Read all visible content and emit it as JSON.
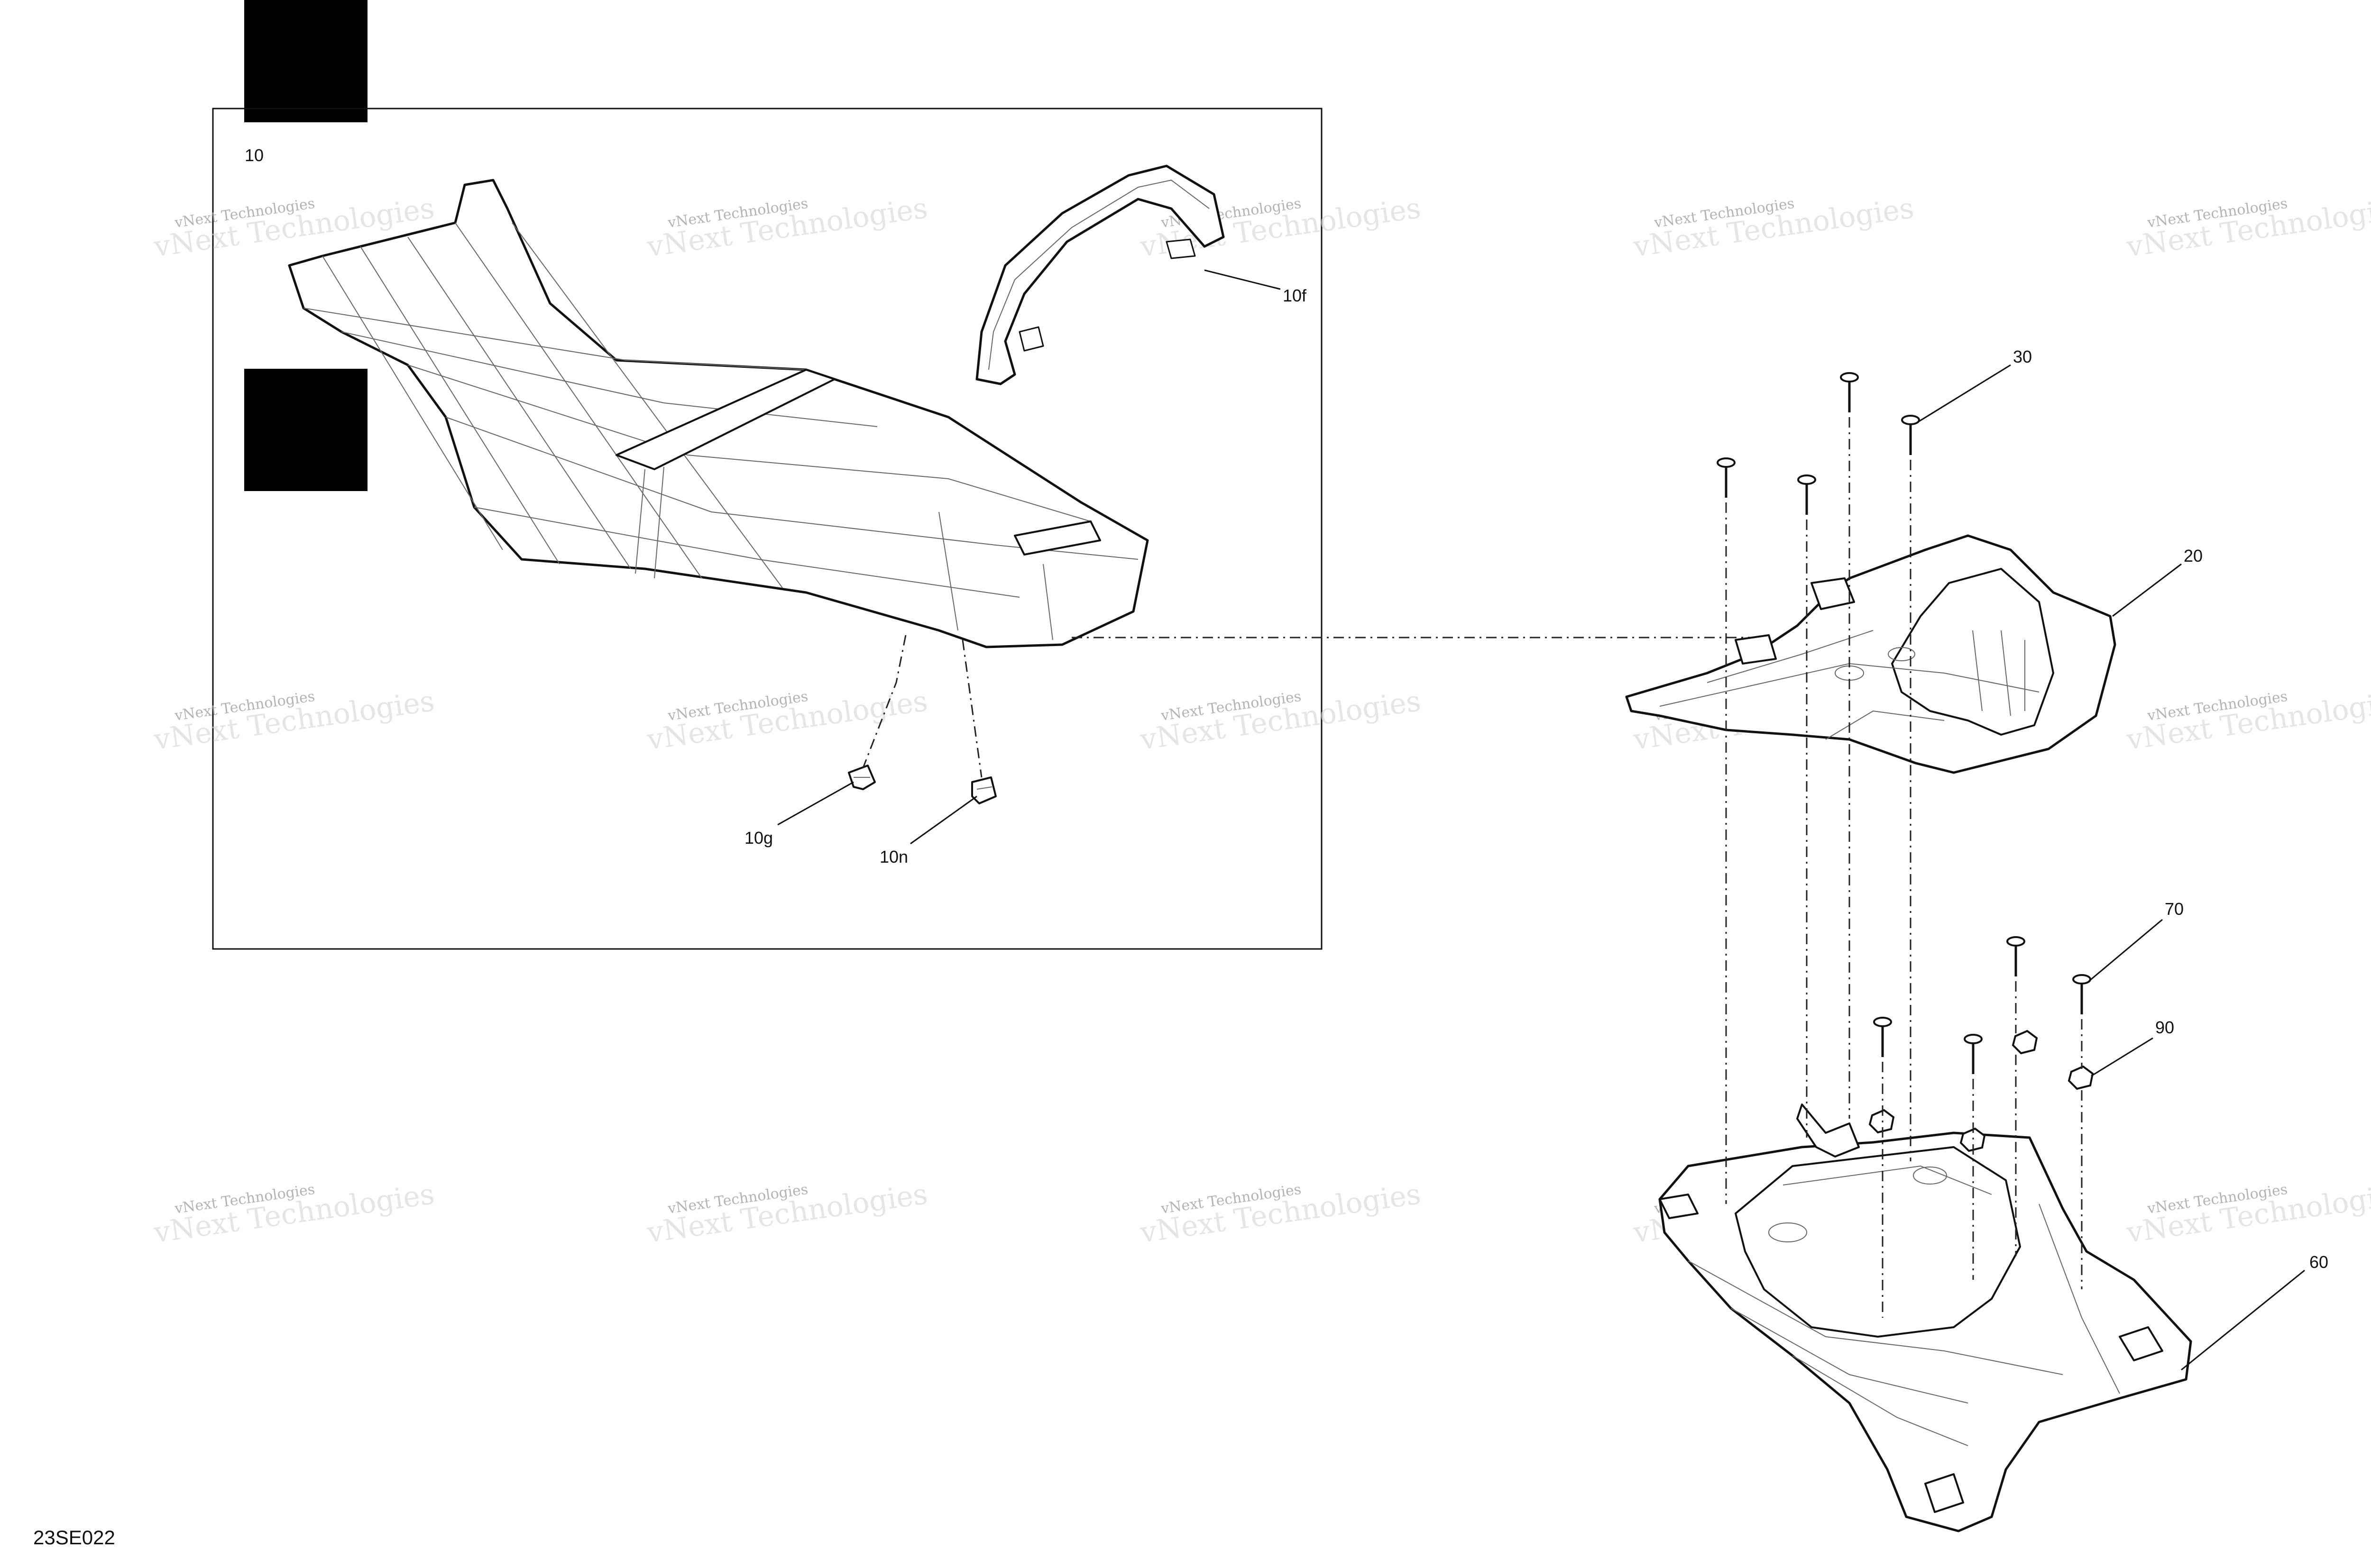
{
  "document_id": "23SE022",
  "watermark": {
    "line1": "vNext Technologies",
    "line2": "vNext Technologies"
  },
  "callouts": {
    "c10": "10",
    "c10f": "10f",
    "c10g": "10g",
    "c10n": "10n",
    "c20": "20",
    "c30": "30",
    "c60": "60",
    "c70": "70",
    "c90": "90"
  },
  "colors": {
    "line": "#111111",
    "mesh": "#666666",
    "tab": "#000000",
    "watermark": "#9a9a9a"
  }
}
